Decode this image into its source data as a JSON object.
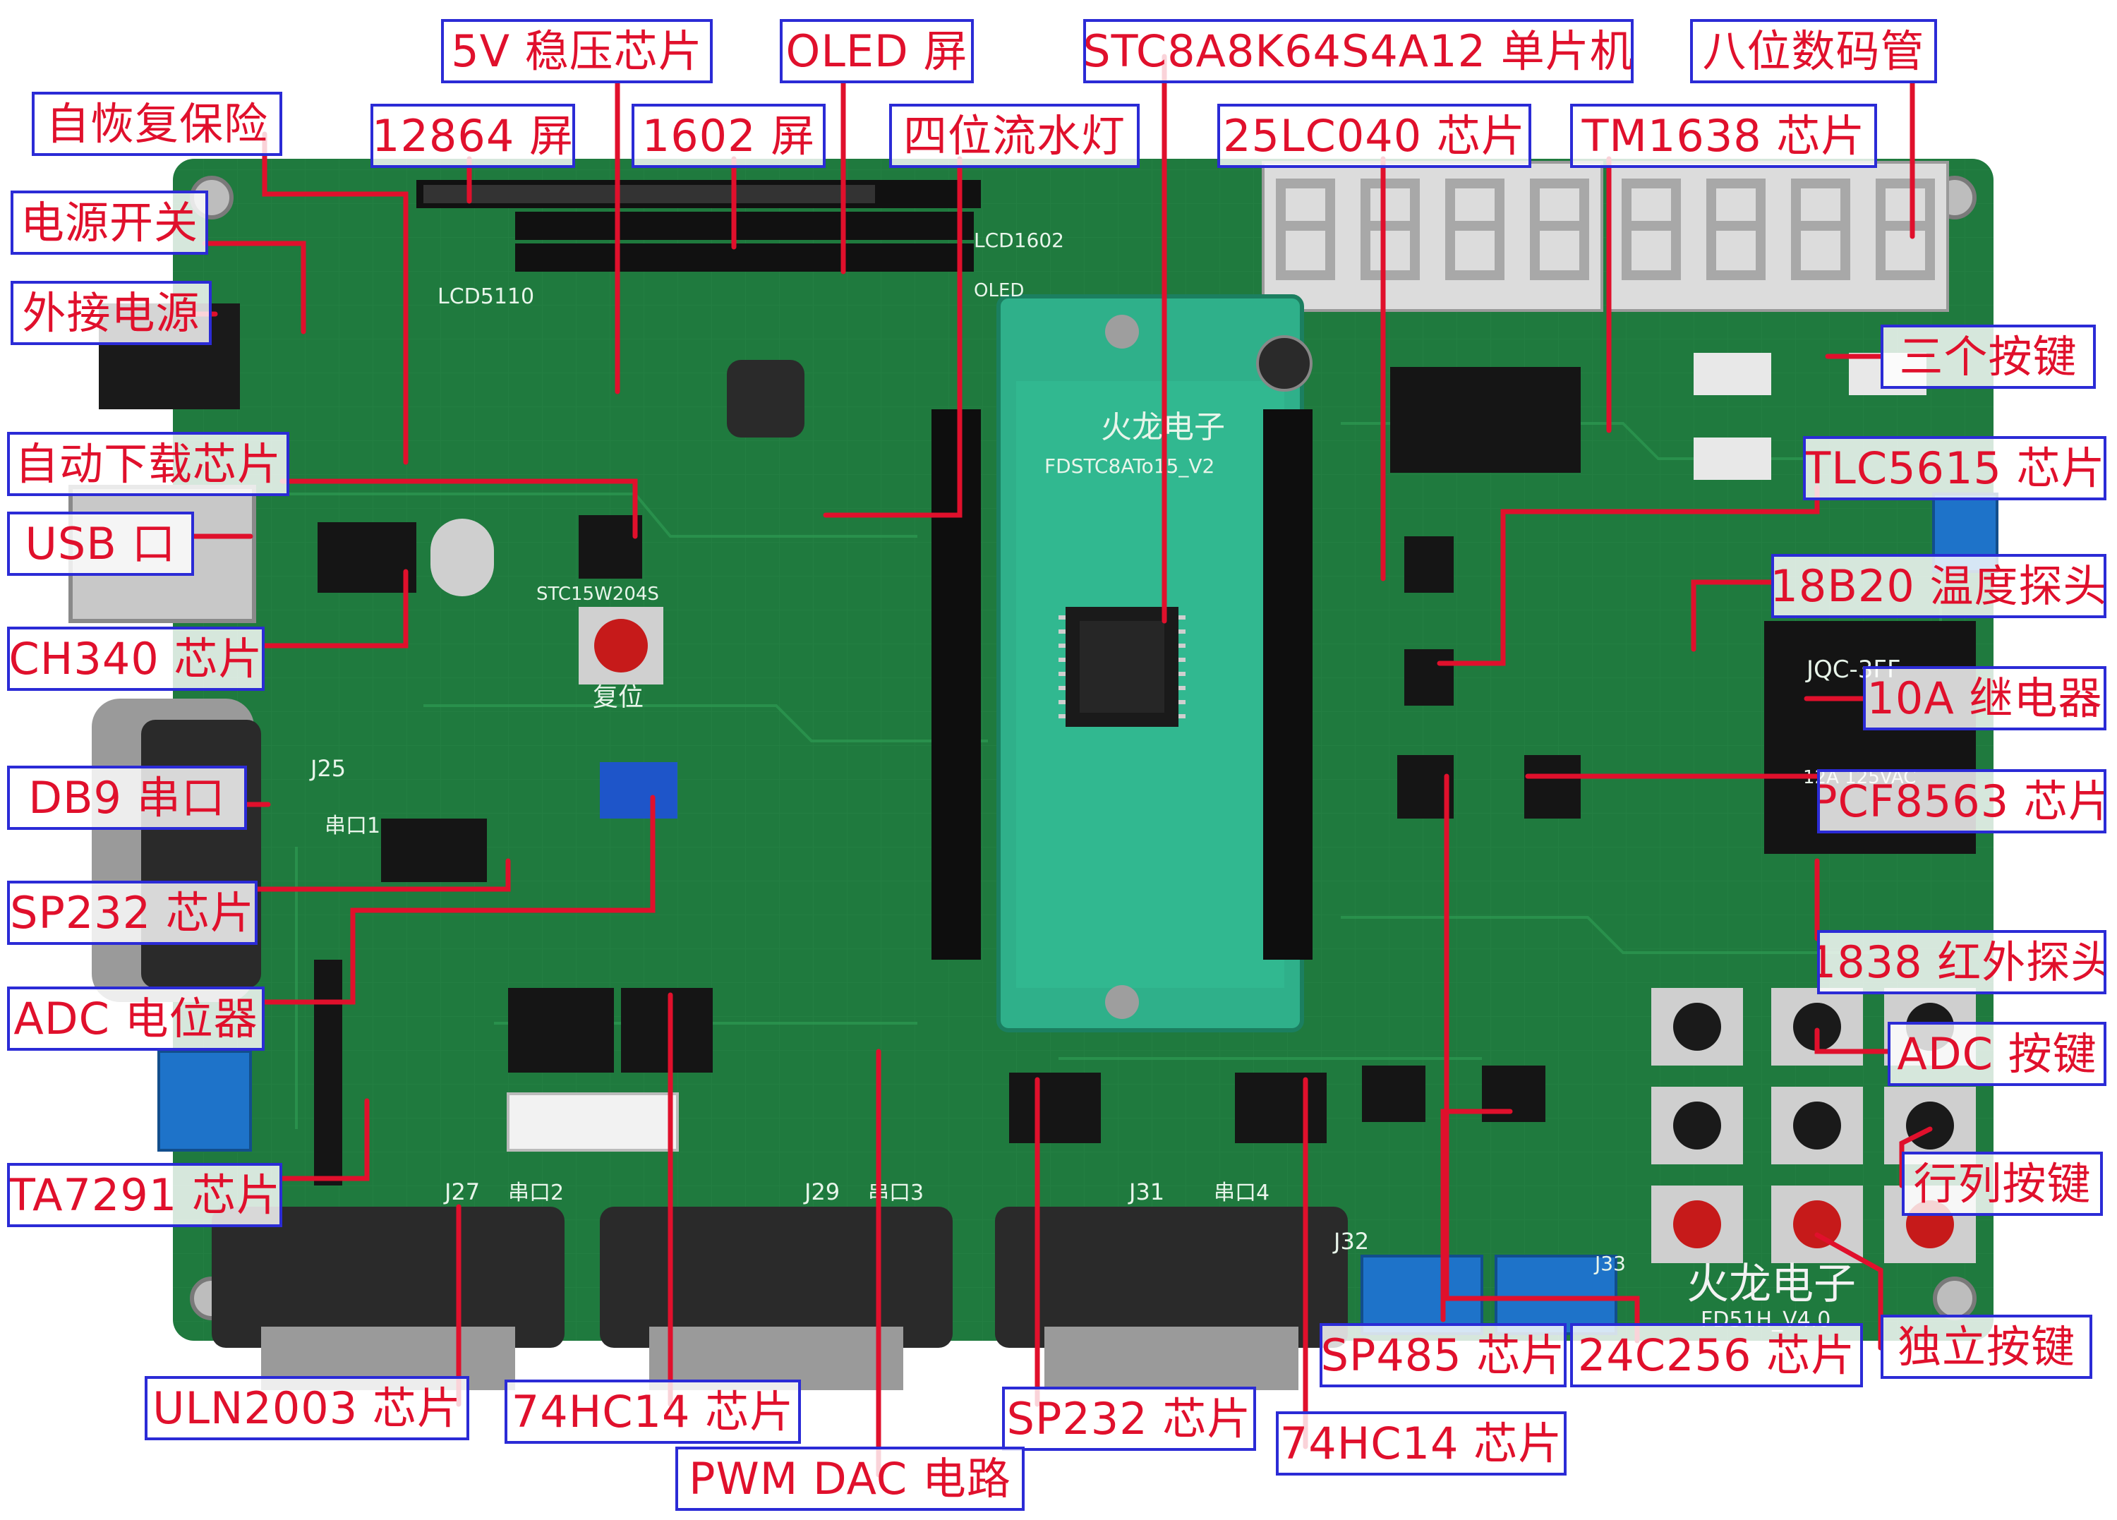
{
  "labels": [
    {
      "id": "5v-regulator",
      "text": "5V 稳压芯片"
    },
    {
      "id": "oled-screen",
      "text": "OLED 屏"
    },
    {
      "id": "stc-mcu",
      "text": "STC8A8K64S4A12 单片机"
    },
    {
      "id": "eight-digit-display",
      "text": "八位数码管"
    },
    {
      "id": "self-recovery-fuse",
      "text": "自恢复保险"
    },
    {
      "id": "12864-screen",
      "text": "12864 屏"
    },
    {
      "id": "1602-screen",
      "text": "1602 屏"
    },
    {
      "id": "four-led-water-light",
      "text": "四位流水灯"
    },
    {
      "id": "25lc040-chip",
      "text": "25LC040 芯片"
    },
    {
      "id": "tm1638-chip",
      "text": "TM1638 芯片"
    },
    {
      "id": "power-switch",
      "text": "电源开关"
    },
    {
      "id": "external-power",
      "text": "外接电源"
    },
    {
      "id": "three-keys",
      "text": "三个按键"
    },
    {
      "id": "auto-download-chip",
      "text": "自动下载芯片"
    },
    {
      "id": "tlc5615-chip",
      "text": "TLC5615 芯片"
    },
    {
      "id": "usb-port",
      "text": "USB 口"
    },
    {
      "id": "ds18b20-probe",
      "text": "18B20 温度探头"
    },
    {
      "id": "ch340-chip",
      "text": "CH340 芯片"
    },
    {
      "id": "10a-relay",
      "text": "10A 继电器"
    },
    {
      "id": "db9-serial",
      "text": "DB9 串口"
    },
    {
      "id": "pcf8563-chip",
      "text": "PCF8563 芯片"
    },
    {
      "id": "sp232-chip-left",
      "text": "SP232 芯片"
    },
    {
      "id": "ir-probe-1838",
      "text": "1838 红外探头"
    },
    {
      "id": "adc-potentiometer",
      "text": "ADC 电位器"
    },
    {
      "id": "adc-keys",
      "text": "ADC 按键"
    },
    {
      "id": "matrix-keys",
      "text": "行列按键"
    },
    {
      "id": "ta7291-chip",
      "text": "TA7291 芯片"
    },
    {
      "id": "standalone-keys",
      "text": "独立按键"
    },
    {
      "id": "sp485-chip",
      "text": "SP485 芯片"
    },
    {
      "id": "24c256-chip",
      "text": "24C256 芯片"
    },
    {
      "id": "uln2003-chip",
      "text": "ULN2003 芯片"
    },
    {
      "id": "74hc14-chip-left",
      "text": "74HC14 芯片"
    },
    {
      "id": "sp232-chip-bottom",
      "text": "SP232 芯片"
    },
    {
      "id": "74hc14-chip-right",
      "text": "74HC14 芯片"
    },
    {
      "id": "pwm-dac-circuit",
      "text": "PWM DAC 电路"
    }
  ],
  "board": {
    "brand": "火龙电子",
    "model": "FD51H_V4.0",
    "adapter_brand": "火龙电子",
    "adapter_model": "FDSTC8ATo15_V2",
    "reset_label": "复位",
    "serial_labels": [
      "串口2",
      "串口3",
      "串口4",
      "串口1"
    ],
    "connector_labels": [
      "J27",
      "J29",
      "J31",
      "J32",
      "J33",
      "J25"
    ],
    "silk_lcd5110": "LCD5110",
    "silk_lcd1602": "LCD1602",
    "silk_oled": "OLED",
    "silk_mcu_socket": "STC15W204S",
    "silk_relay": "JQC-3FF",
    "silk_relay_rating": "12A 125VAC"
  },
  "colors": {
    "board": "#1f7a3e",
    "label_border": "#2b2bd6",
    "label_text": "#e0102c",
    "leader": "#e0102c"
  }
}
